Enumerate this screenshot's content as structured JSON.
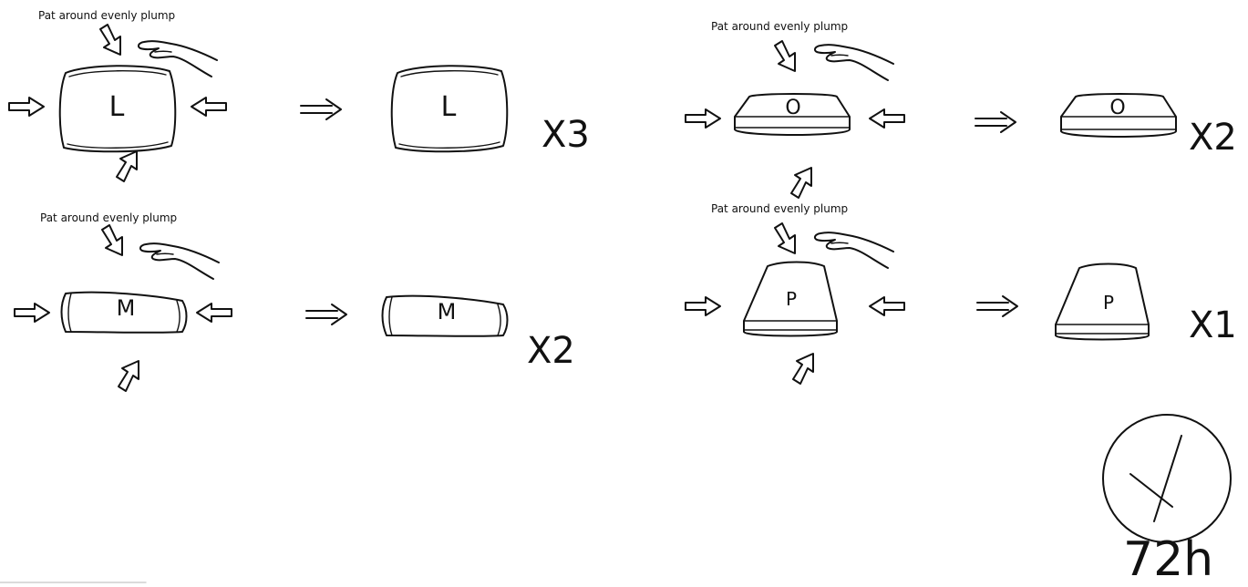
{
  "instructions": {
    "caption": "Pat around evenly plump"
  },
  "cushions": [
    {
      "id": "L",
      "letter": "L",
      "quantity": "X3"
    },
    {
      "id": "M",
      "letter": "M",
      "quantity": "X2"
    },
    {
      "id": "O",
      "letter": "O",
      "quantity": "X2"
    },
    {
      "id": "P",
      "letter": "P",
      "quantity": "X1"
    }
  ],
  "timer": {
    "icon": "clock-icon",
    "label": "72h"
  }
}
